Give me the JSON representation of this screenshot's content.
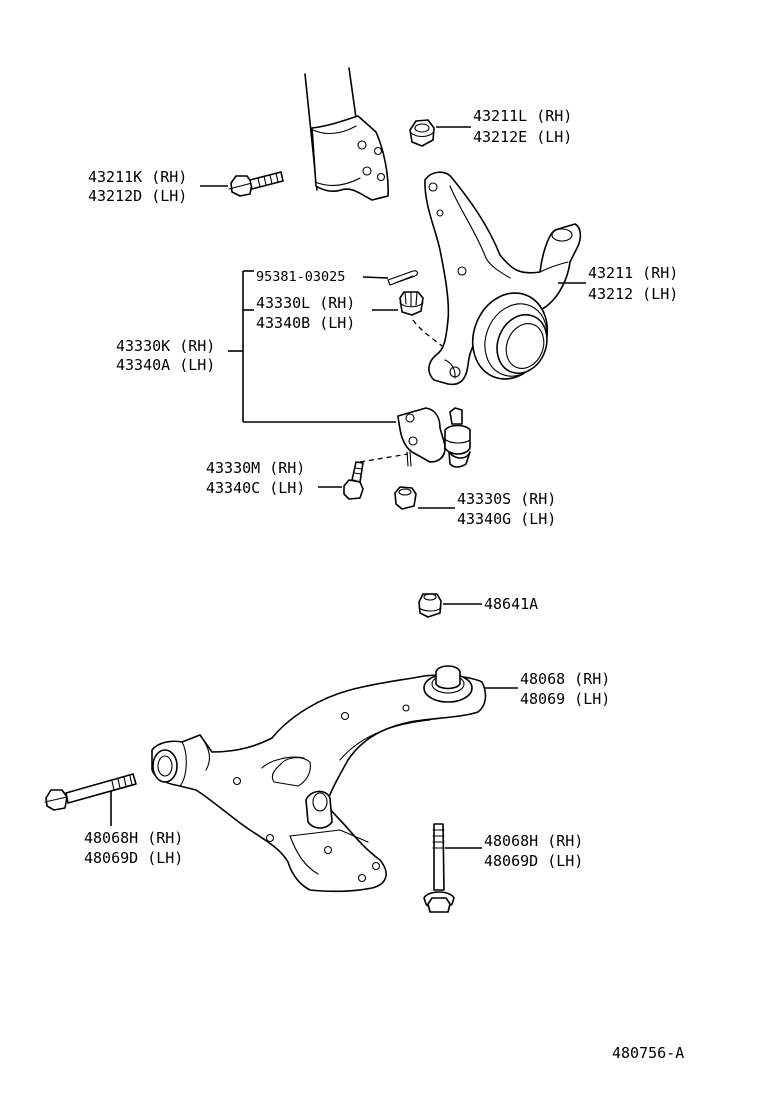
{
  "parts": {
    "nut_upper": {
      "rh": "43211L (RH)",
      "lh": "43212E (LH)"
    },
    "bolt_strut": {
      "rh": "43211K (RH)",
      "lh": "43212D (LH)"
    },
    "cotter_pin": {
      "number": "95381-03025"
    },
    "castle_nut": {
      "rh": "43330L (RH)",
      "lh": "43340B (LH)"
    },
    "ball_joint_assy": {
      "rh": "43330K (RH)",
      "lh": "43340A (LH)"
    },
    "knuckle": {
      "rh": "43211 (RH)",
      "lh": "43212 (LH)"
    },
    "ball_joint_bolt": {
      "rh": "43330M (RH)",
      "lh": "43340C (LH)"
    },
    "ball_joint_nut": {
      "rh": "43330S (RH)",
      "lh": "43340G (LH)"
    },
    "arm_nut": {
      "number": "48641A"
    },
    "lower_arm": {
      "rh": "48068 (RH)",
      "lh": "48069 (LH)"
    },
    "front_bolt": {
      "rh": "48068H (RH)",
      "lh": "48069D (LH)"
    },
    "rear_bolt": {
      "rh": "48068H (RH)",
      "lh": "48069D (LH)"
    }
  },
  "illustration_id": "480756-A",
  "colors": {
    "line": "#000000",
    "background": "#ffffff"
  }
}
